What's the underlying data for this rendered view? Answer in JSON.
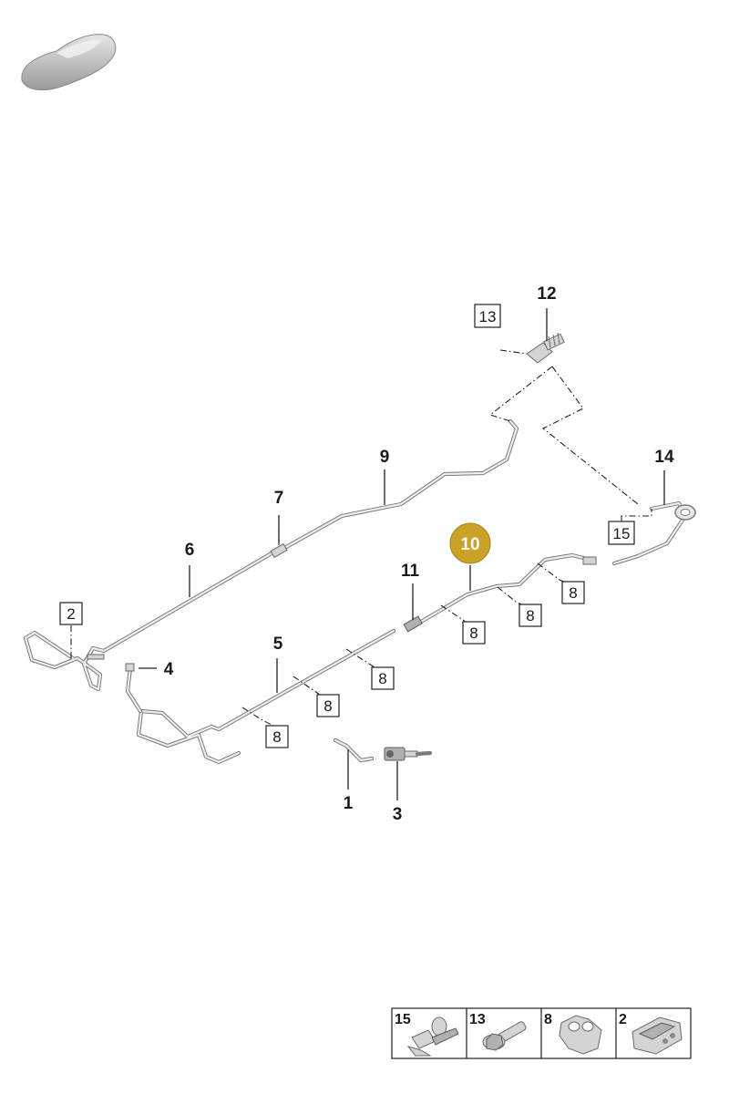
{
  "diagram": {
    "callouts": {
      "c1": "1",
      "c3": "3",
      "c4": "4",
      "c5": "5",
      "c6": "6",
      "c7": "7",
      "c9": "9",
      "c11": "11",
      "c12": "12",
      "c14": "14"
    },
    "highlight": {
      "label": "10",
      "color": "#c9a227"
    },
    "boxed": {
      "b2": "2",
      "b13": "13",
      "b15": "15",
      "b8a": "8",
      "b8b": "8",
      "b8c": "8",
      "b8d": "8",
      "b8e": "8",
      "b8f": "8"
    }
  },
  "legend": {
    "cells": [
      {
        "label": "15",
        "icon": "clip-icon"
      },
      {
        "label": "13",
        "icon": "bolt-icon"
      },
      {
        "label": "8",
        "icon": "pipe-clip-icon"
      },
      {
        "label": "2",
        "icon": "bracket-icon"
      }
    ]
  },
  "colors": {
    "highlight": "#c9a227",
    "line": "#222222",
    "pipe": "#7a7a7a"
  }
}
